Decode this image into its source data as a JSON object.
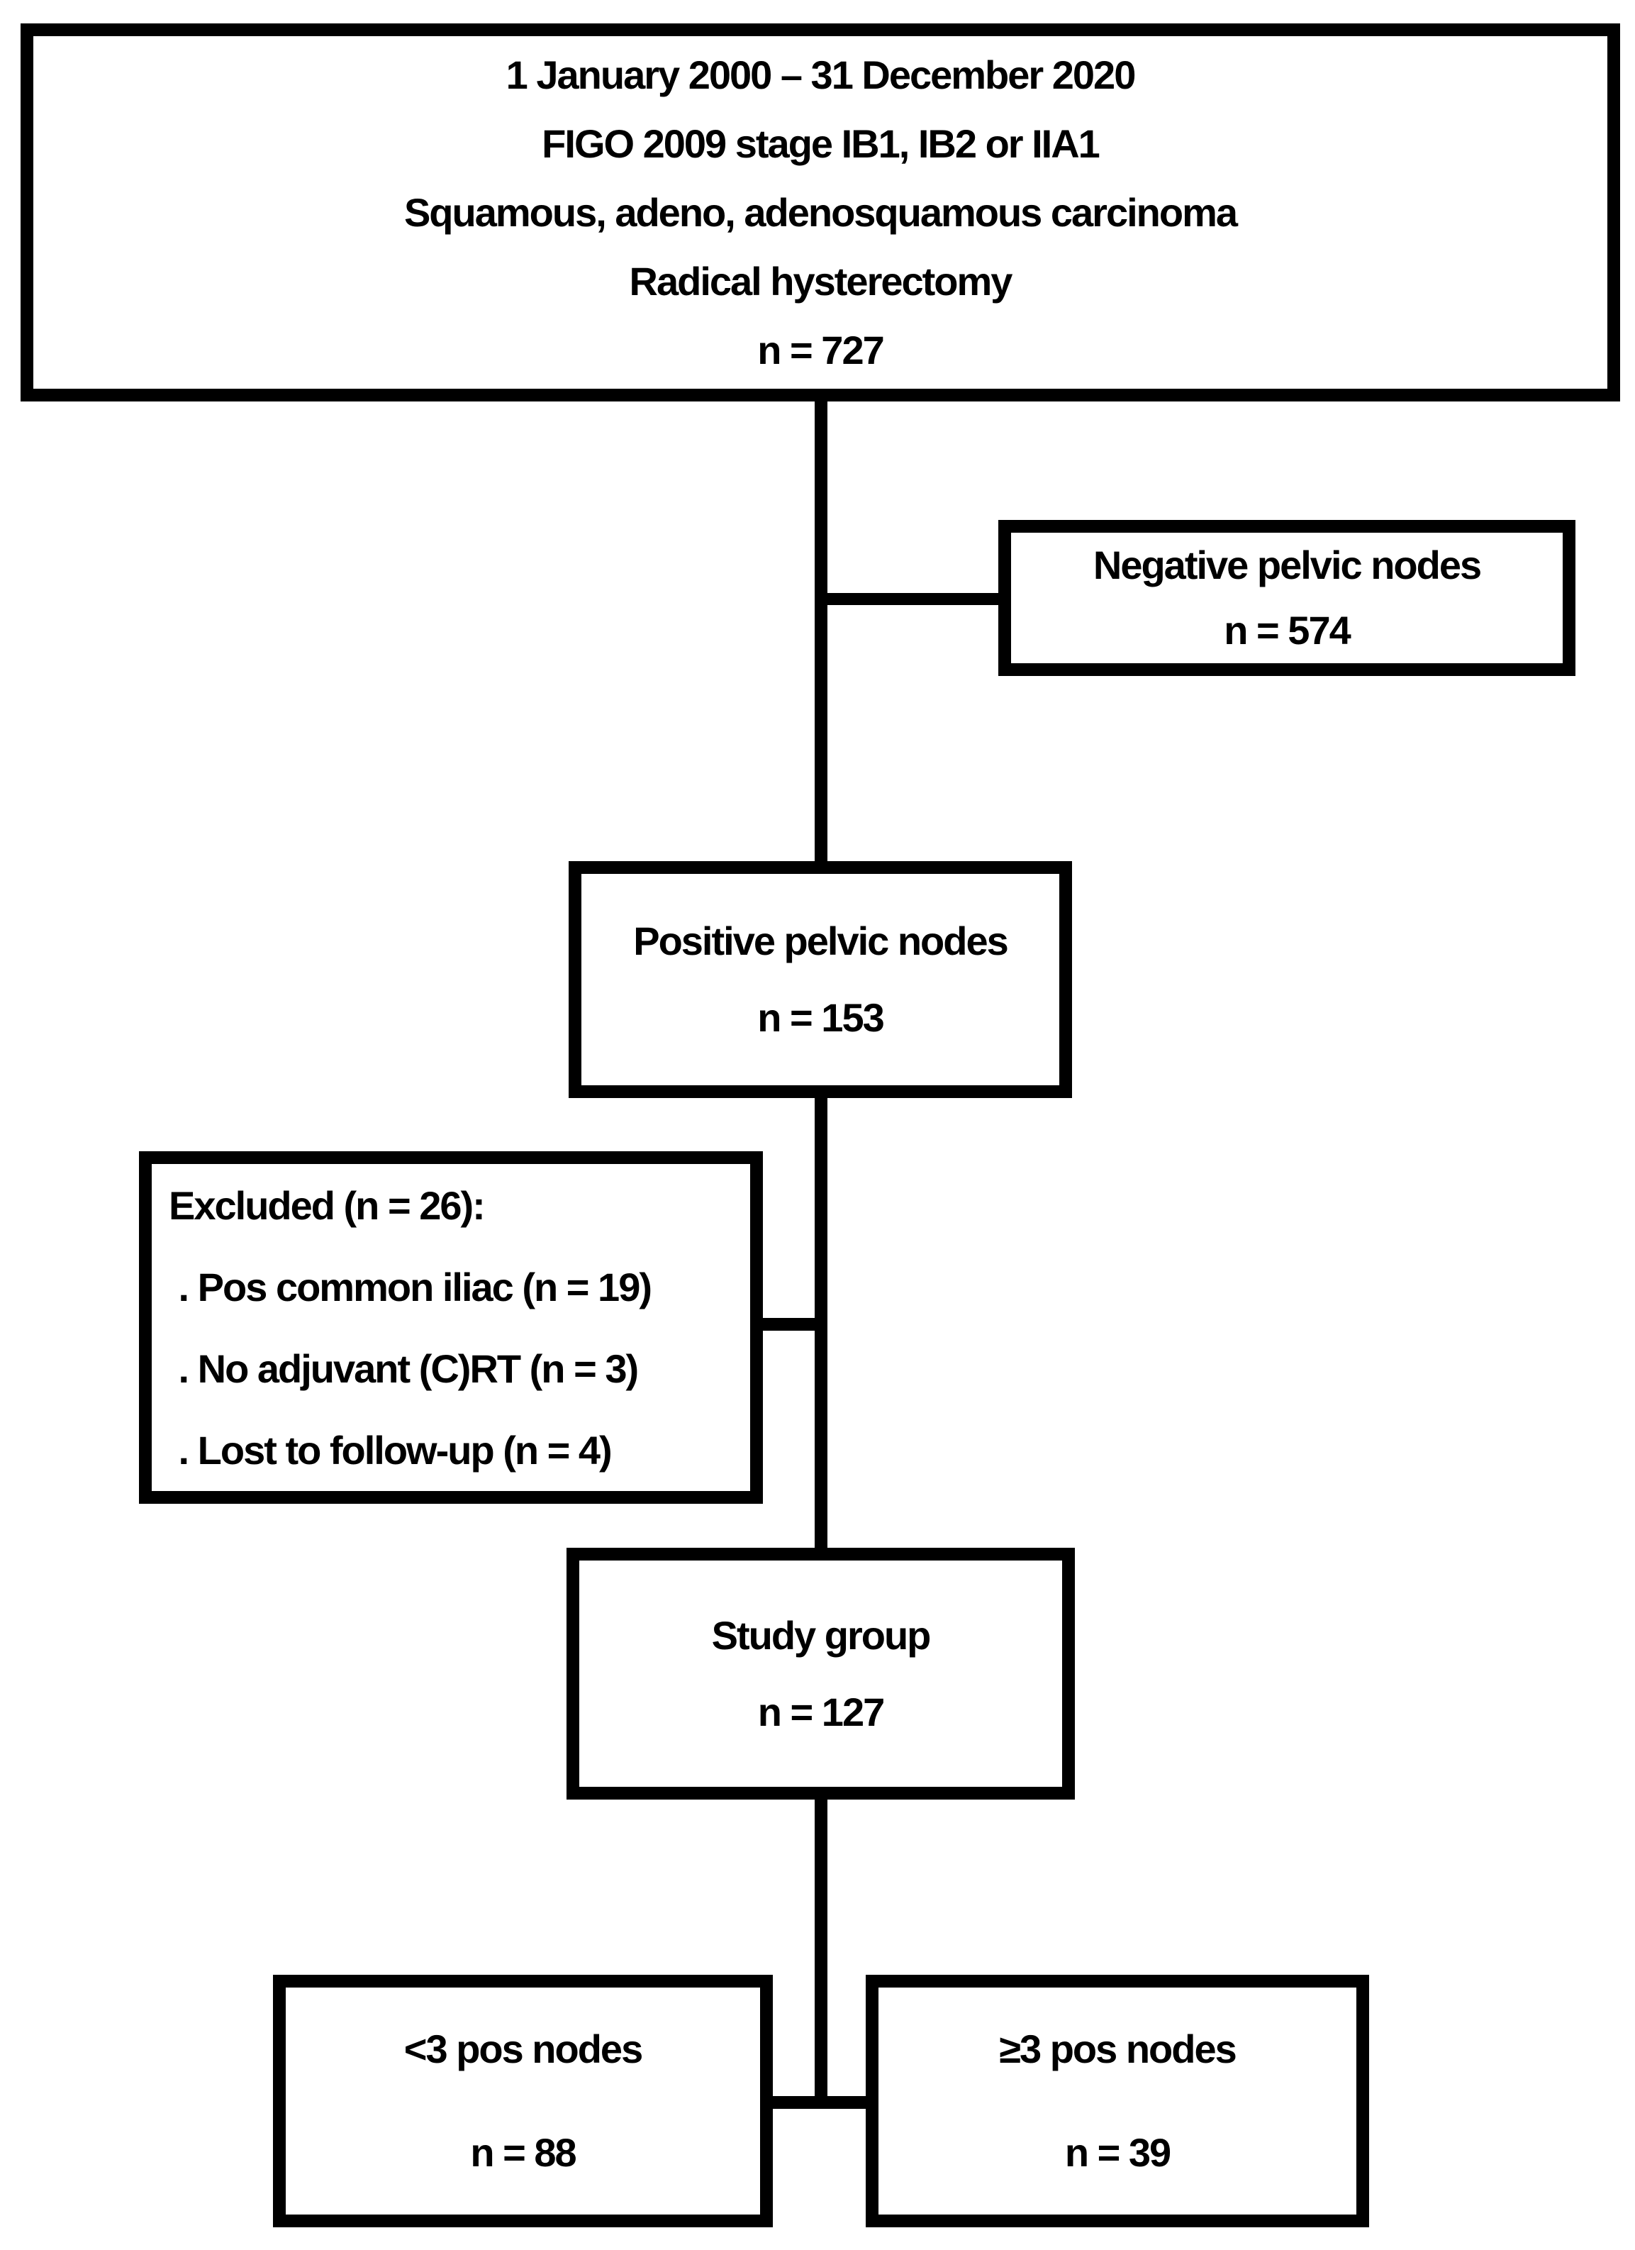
{
  "diagram": {
    "type": "flowchart",
    "colors": {
      "line": "#000000",
      "background": "#ffffff",
      "text": "#000000"
    },
    "boxes": {
      "inclusion": {
        "lines": [
          "1 January 2000 – 31 December 2020",
          "FIGO 2009 stage IB1, IB2 or IIA1",
          "Squamous, adeno, adenosquamous carcinoma",
          "Radical hysterectomy",
          "n = 727"
        ]
      },
      "negative": {
        "lines": [
          "Negative pelvic nodes",
          "n = 574"
        ]
      },
      "positive": {
        "lines": [
          "Positive pelvic nodes",
          "n = 153"
        ]
      },
      "excluded": {
        "lines": [
          "Excluded (n = 26):",
          " . Pos common iliac (n = 19)",
          " . No adjuvant (C)RT (n = 3)",
          " . Lost to follow-up (n = 4)"
        ]
      },
      "study": {
        "lines": [
          "Study group",
          "n = 127"
        ]
      },
      "lt3": {
        "lines": [
          "<3 pos nodes",
          "n = 88"
        ]
      },
      "ge3": {
        "lines": [
          "≥3 pos nodes",
          "n = 39"
        ]
      }
    }
  }
}
